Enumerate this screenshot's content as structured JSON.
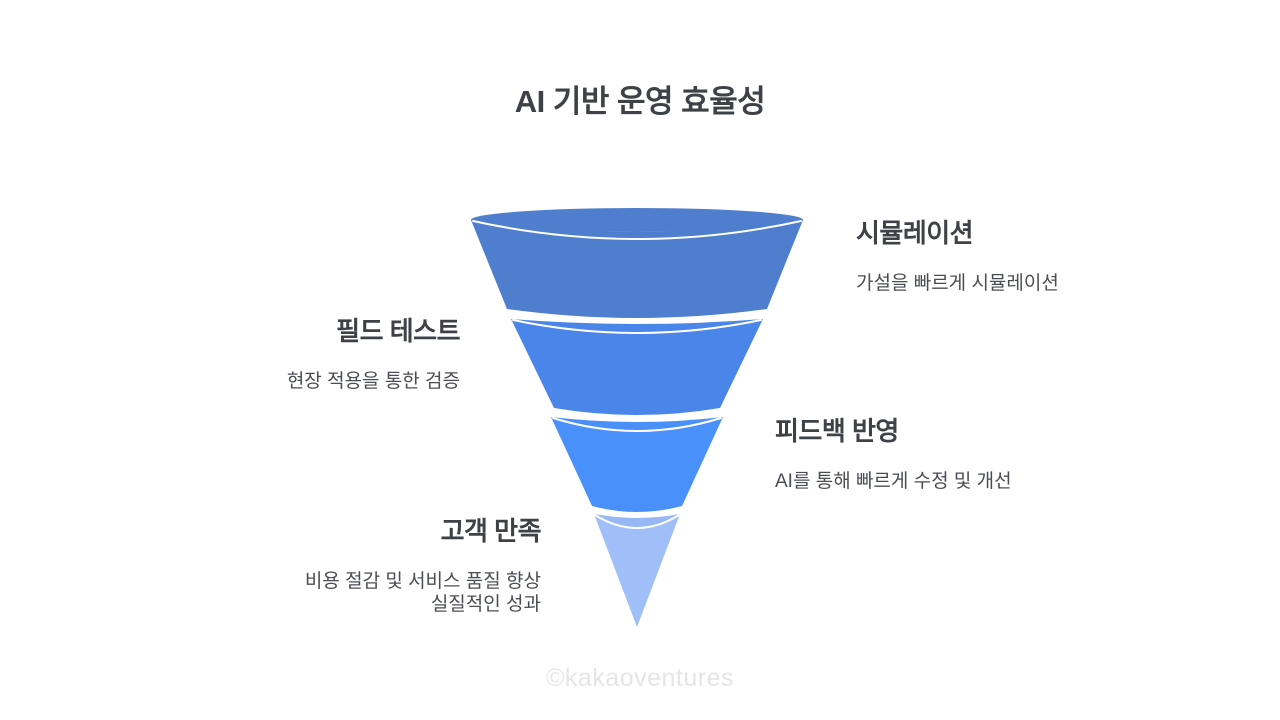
{
  "title": "AI 기반 운영 효율성",
  "watermark": "©kakaoventures",
  "colors": {
    "background": "#ffffff",
    "title_text": "#3e4247",
    "heading_text": "#3e4247",
    "description_text": "#4a4e54",
    "watermark_text": "#e4e5e7",
    "divider_line": "#ffffff"
  },
  "funnel": {
    "stages": [
      {
        "name": "simulation",
        "label": "시뮬레이션",
        "description": "가설을 빠르게 시뮬레이션",
        "side": "right",
        "color": "#4e7ecd"
      },
      {
        "name": "field-test",
        "label": "필드 테스트",
        "description": "현장 적용을 통한 검증",
        "side": "left",
        "color": "#4a85e9"
      },
      {
        "name": "feedback",
        "label": "피드백 반영",
        "description": "AI를 통해 빠르게 수정 및 개선",
        "side": "right",
        "color": "#4a90fb"
      },
      {
        "name": "customer-satisfaction",
        "label": "고객 만족",
        "description": "비용 절감 및 서비스 품질 향상\n실질적인 성과",
        "side": "left",
        "color": "#a0bff8",
        "cap_color": "#96b8f6"
      }
    ]
  }
}
